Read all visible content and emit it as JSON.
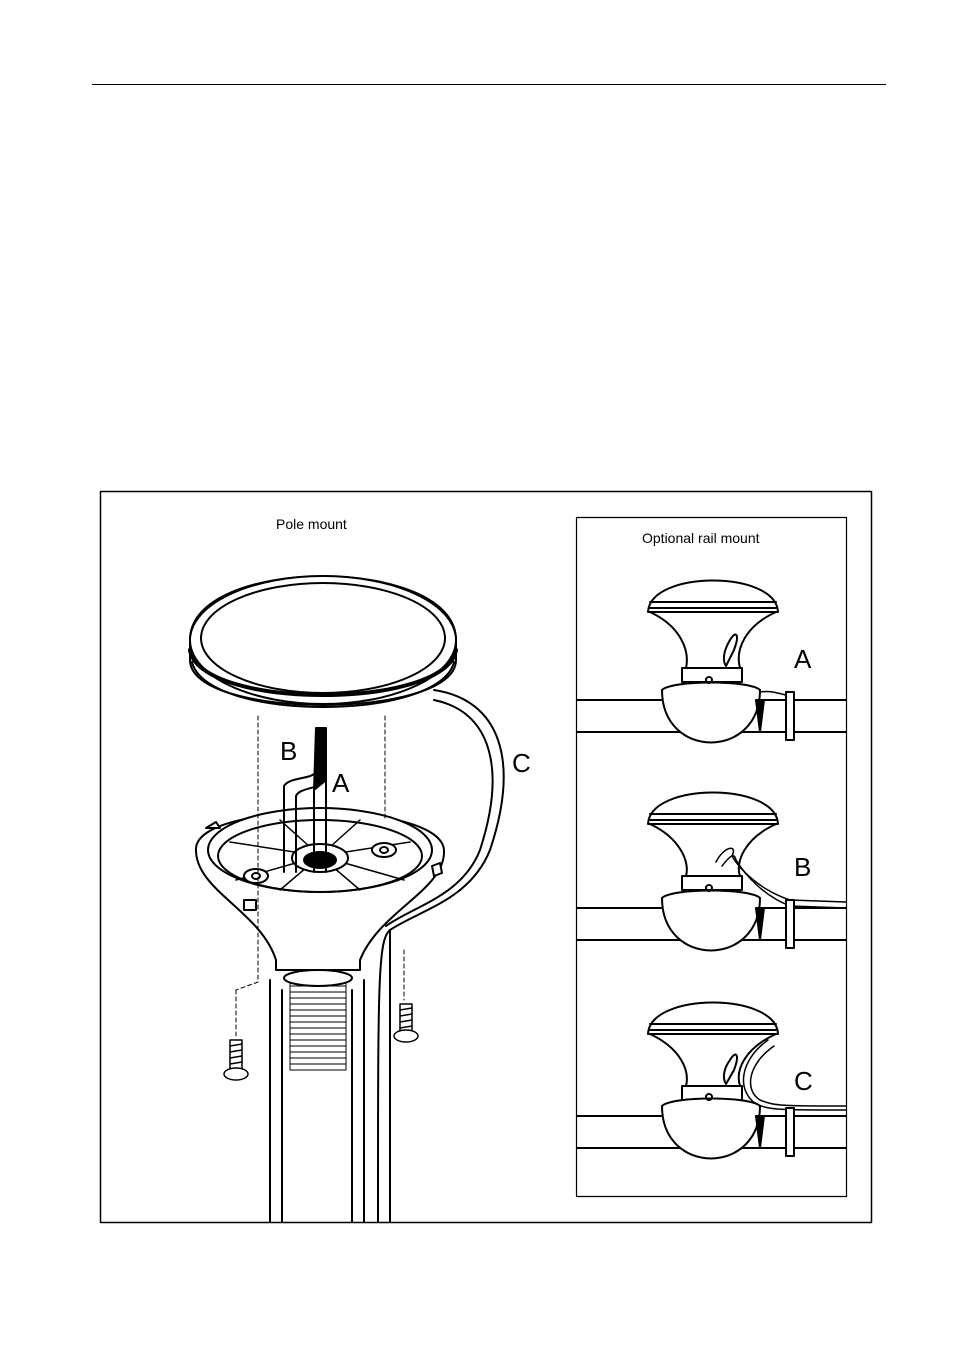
{
  "figure": {
    "pole_mount_caption": "Pole mount",
    "rail_mount_caption": "Optional rail mount",
    "pole_labels": {
      "a": "A",
      "b": "B",
      "c": "C"
    },
    "rail_panels": [
      {
        "label": "A"
      },
      {
        "label": "B"
      },
      {
        "label": "C"
      }
    ]
  }
}
